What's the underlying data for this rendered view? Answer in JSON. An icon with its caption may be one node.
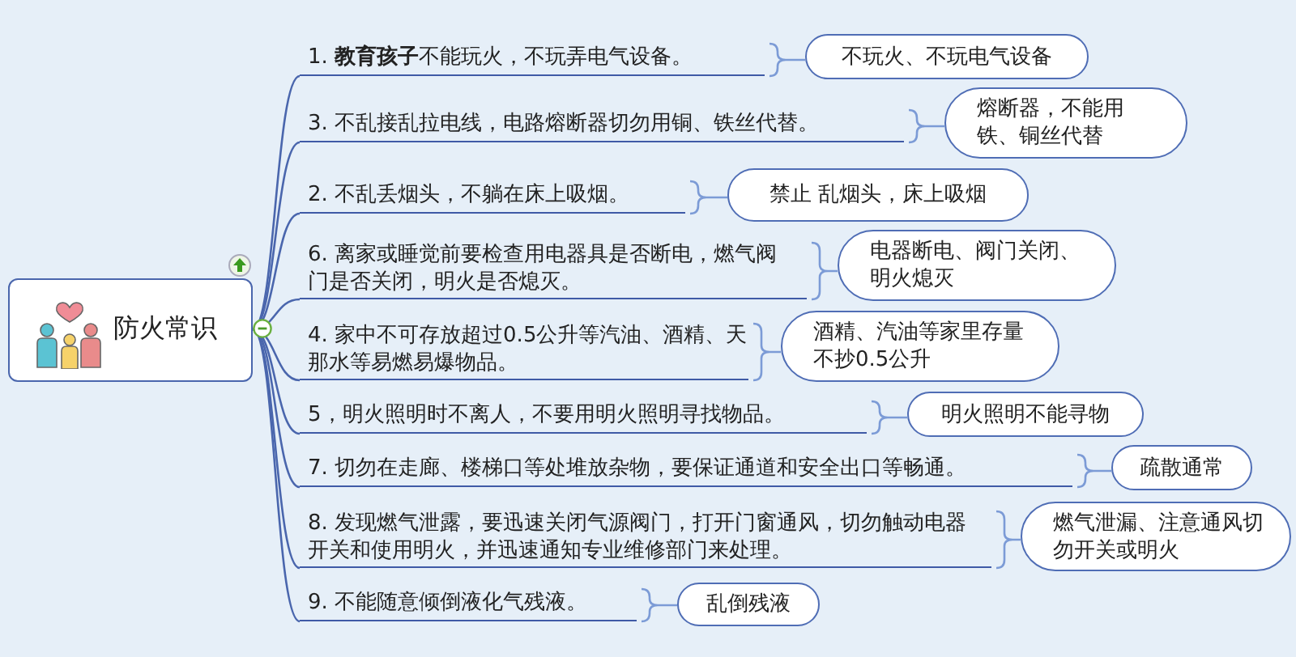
{
  "diagram": {
    "nodes": [
      {
        "text": [
          "防火常识"
        ]
      },
      {
        "text": [
          "1. **教育孩子**不能玩火，不玩弄电气设备。"
        ]
      },
      {
        "text": [
          "不玩火、不玩电气设备"
        ]
      },
      {
        "text": [
          "3. 不乱接乱拉电线，电路熔断器切勿用铜、铁丝代替。"
        ]
      },
      {
        "text": [
          "熔断器，不能用铁、铜丝代替"
        ]
      },
      {
        "text": [
          "2. 不乱丢烟头，不躺在床上吸烟。"
        ]
      },
      {
        "text": [
          "禁止 乱烟头，床上吸烟"
        ]
      },
      {
        "text": [
          "6. 离家或睡觉前要检查用电器具是否断电，燃气阀门是否关闭，明火是否熄灭。"
        ]
      },
      {
        "text": [
          "电器断电、阀门关闭、明火熄灭"
        ]
      },
      {
        "text": [
          "4. 家中不可存放超过0.5公升等汽油、酒精、天那水等易燃易爆物品。"
        ]
      },
      {
        "text": [
          "酒精、汽油等家里存量不抄0.5公升"
        ]
      },
      {
        "text": [
          "5，明火照明时不离人，不要用明火照明寻找物品。"
        ]
      },
      {
        "text": [
          "明火照明不能寻物"
        ]
      },
      {
        "text": [
          "7. 切勿在走廊、楼梯口等处堆放杂物，要保证通道和安全出口等畅通。"
        ]
      },
      {
        "text": [
          "疏散通常"
        ]
      },
      {
        "text": [
          "8. 发现燃气泄露，要迅速关闭气源阀门，打开门窗通风，切勿触动电器开关和使用明火，并迅速通知专业维修部门来处理。"
        ]
      },
      {
        "text": [
          "燃气泄漏、注意通风切勿开关或明火"
        ]
      },
      {
        "text": [
          "9. 不能随意倾倒液化气残液。"
        ]
      },
      {
        "text": [
          "乱倒残液"
        ]
      }
    ],
    "edges": [
      {
        "from": 0,
        "to": 1,
        "arrow": "none"
      },
      {
        "from": 0,
        "to": 3,
        "arrow": "none"
      },
      {
        "from": 0,
        "to": 5,
        "arrow": "none"
      },
      {
        "from": 0,
        "to": 7,
        "arrow": "none"
      },
      {
        "from": 0,
        "to": 9,
        "arrow": "none"
      },
      {
        "from": 0,
        "to": 11,
        "arrow": "none"
      },
      {
        "from": 0,
        "to": 13,
        "arrow": "none"
      },
      {
        "from": 0,
        "to": 15,
        "arrow": "none"
      },
      {
        "from": 0,
        "to": 17,
        "arrow": "none"
      },
      {
        "from": 1,
        "to": 2,
        "arrow": "none"
      },
      {
        "from": 3,
        "to": 4,
        "arrow": "none"
      },
      {
        "from": 5,
        "to": 6,
        "arrow": "none"
      },
      {
        "from": 7,
        "to": 8,
        "arrow": "none"
      },
      {
        "from": 9,
        "to": 10,
        "arrow": "none"
      },
      {
        "from": 11,
        "to": 12,
        "arrow": "none"
      },
      {
        "from": 13,
        "to": 14,
        "arrow": "none"
      },
      {
        "from": 15,
        "to": 16,
        "arrow": "none"
      },
      {
        "from": 17,
        "to": 18,
        "arrow": "none"
      }
    ]
  }
}
